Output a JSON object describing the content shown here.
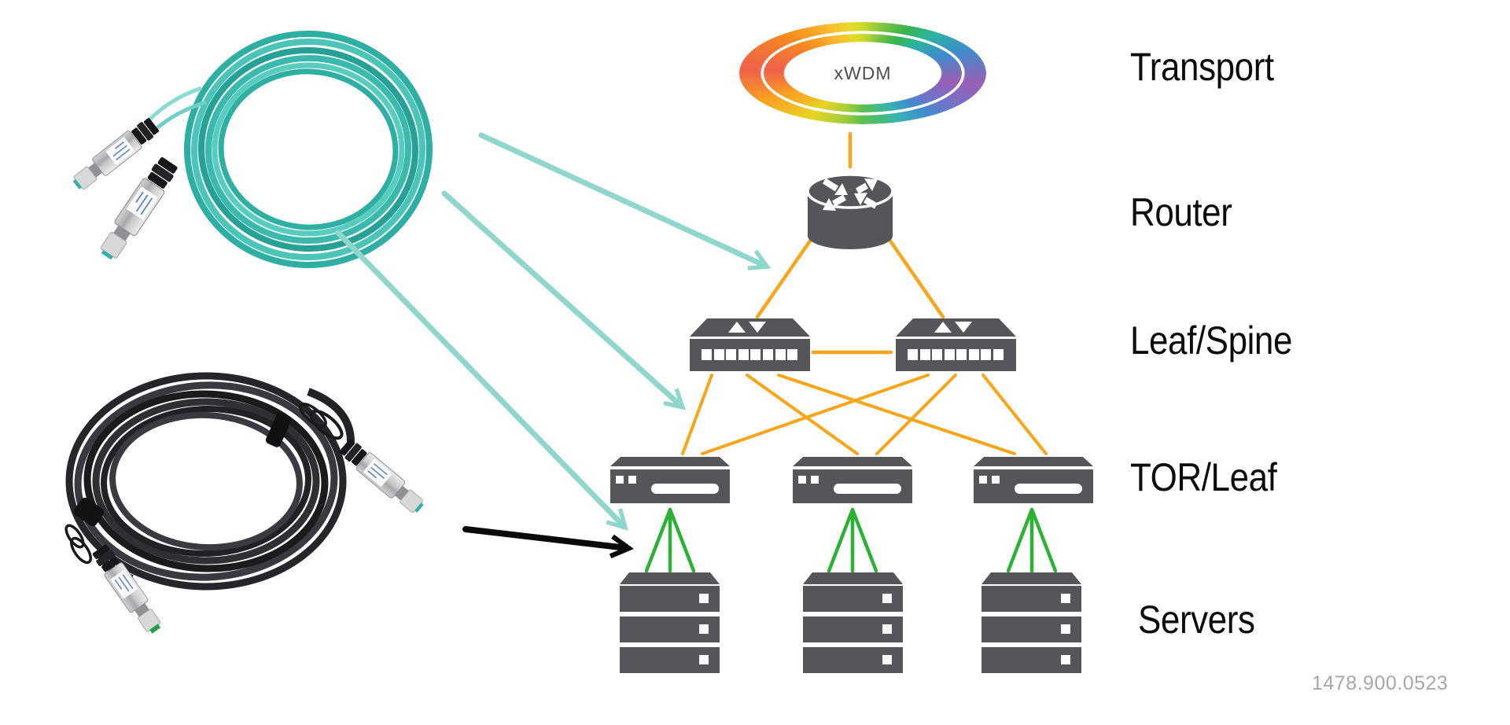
{
  "diagram": {
    "transport_node_label": "xWDM",
    "levels": [
      {
        "label": "Transport"
      },
      {
        "label": "Router"
      },
      {
        "label": "Leaf/Spine"
      },
      {
        "label": "TOR/Leaf"
      },
      {
        "label": "Servers"
      }
    ],
    "reference_number": "1478.900.0523"
  },
  "colors": {
    "device_gray": "#55565a",
    "link_orange": "#f9a51a",
    "server_link_green": "#2db135",
    "aoc_arrow_teal": "#8fd6cb",
    "aoc_cable_teal": "#2fafa3",
    "dac_arrow_black": "#0a0a0a",
    "label_text": "#0c0c0c",
    "reference_gray": "#a5a7aa"
  }
}
